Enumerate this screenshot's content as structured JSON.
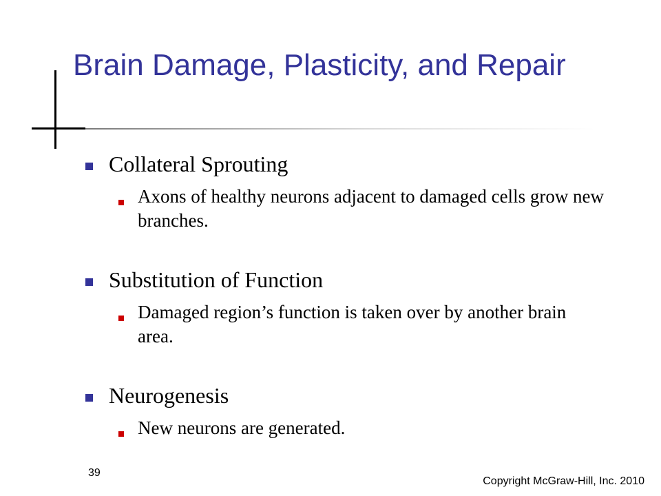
{
  "title": "Brain Damage, Plasticity, and Repair",
  "items": [
    {
      "heading": "Collateral Sprouting",
      "detail": "Axons of healthy neurons adjacent to damaged cells grow new branches."
    },
    {
      "heading": "Substitution of Function",
      "detail": "Damaged region’s function is taken over by another brain area."
    },
    {
      "heading": "Neurogenesis",
      "detail": "New neurons are generated."
    }
  ],
  "footer": {
    "slide_number": "39",
    "copyright": "Copyright McGraw-Hill, Inc. 2010"
  },
  "colors": {
    "title": "#333399",
    "bullet_level1": "#333399",
    "bullet_level2": "#cc0000"
  }
}
